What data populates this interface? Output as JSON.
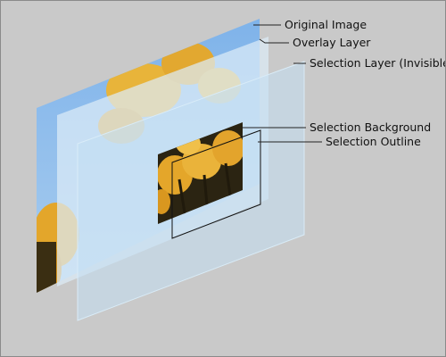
{
  "labels": {
    "original_image": "Original Image",
    "overlay_layer": "Overlay Layer",
    "selection_layer": "Selection Layer (Invisible)",
    "selection_background": "Selection Background",
    "selection_outline": "Selection Outline"
  },
  "colors": {
    "background": "#c9c9c9",
    "sky": "#8fbbe8",
    "flowers": "#e0a52a",
    "overlay": "#d6e9f7",
    "selection_layer": "#c3def2",
    "outline": "#111111"
  }
}
